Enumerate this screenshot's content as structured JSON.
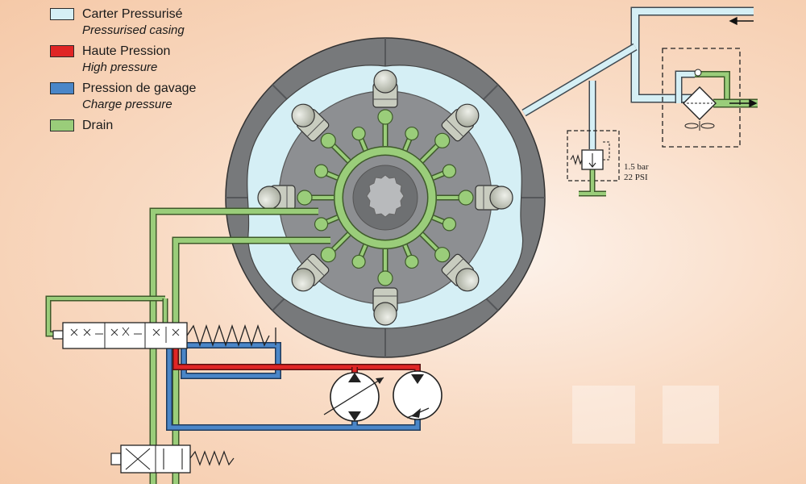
{
  "legend": [
    {
      "fr": "Carter Pressurisé",
      "en": "Pressurised casing",
      "color": "#d5eff5"
    },
    {
      "fr": "Haute Pression",
      "en": "High pressure",
      "color": "#e02525"
    },
    {
      "fr": "Pression de gavage",
      "en": "Charge pressure",
      "color": "#4a86c8"
    },
    {
      "fr": "Drain",
      "en": "",
      "color": "#9acd7a"
    }
  ],
  "relief_valve": {
    "setting_bar": "1.5 bar",
    "setting_psi": "22 PSI"
  },
  "colors": {
    "casing": "#d5eff5",
    "high_pressure": "#e02525",
    "charge_pressure": "#4a86c8",
    "drain": "#9acd7a",
    "housing": "#77797b",
    "rotor": "#8d8f92",
    "piston": "#c8ccbf"
  }
}
